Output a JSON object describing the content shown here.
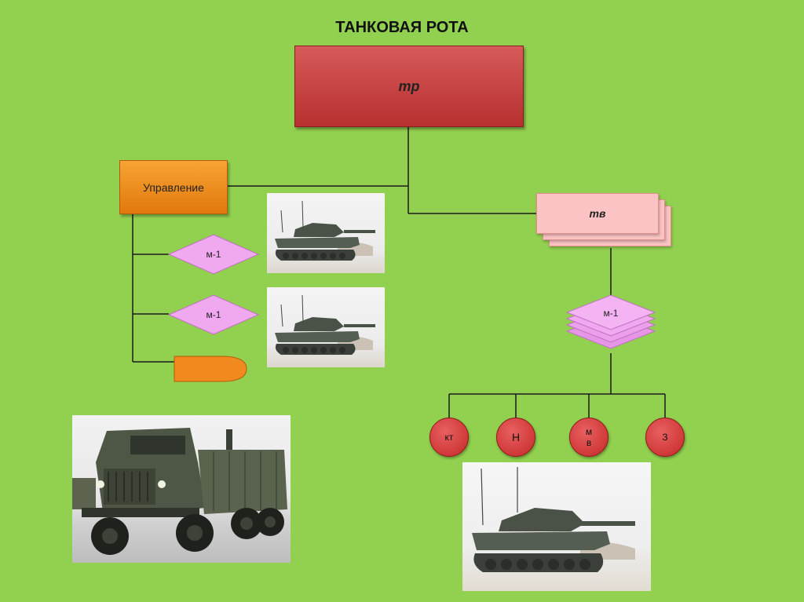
{
  "title": "ТАНКОВАЯ РОТА",
  "nodes": {
    "company": "тр",
    "control": "Управление",
    "platoon": "тв",
    "tank_control_1": "м-1",
    "tank_control_2": "м-1",
    "tank_platoon": "м-1",
    "crew": {
      "commander": "кт",
      "gunner": "Н",
      "driver_line1": "м",
      "driver_line2": "в",
      "loader": "З"
    }
  },
  "colors": {
    "background": "#92d050",
    "company_box": "#c0392b",
    "control_box": "#f0891e",
    "platoon_box": "#fbc3c3",
    "diamond": "#f0a8f0",
    "circle": "#d43a3a"
  },
  "images": {
    "tank_photo_1": "tank-icon",
    "tank_photo_2": "tank-icon",
    "tank_photo_3": "tank-icon",
    "truck_photo": "truck-icon"
  }
}
